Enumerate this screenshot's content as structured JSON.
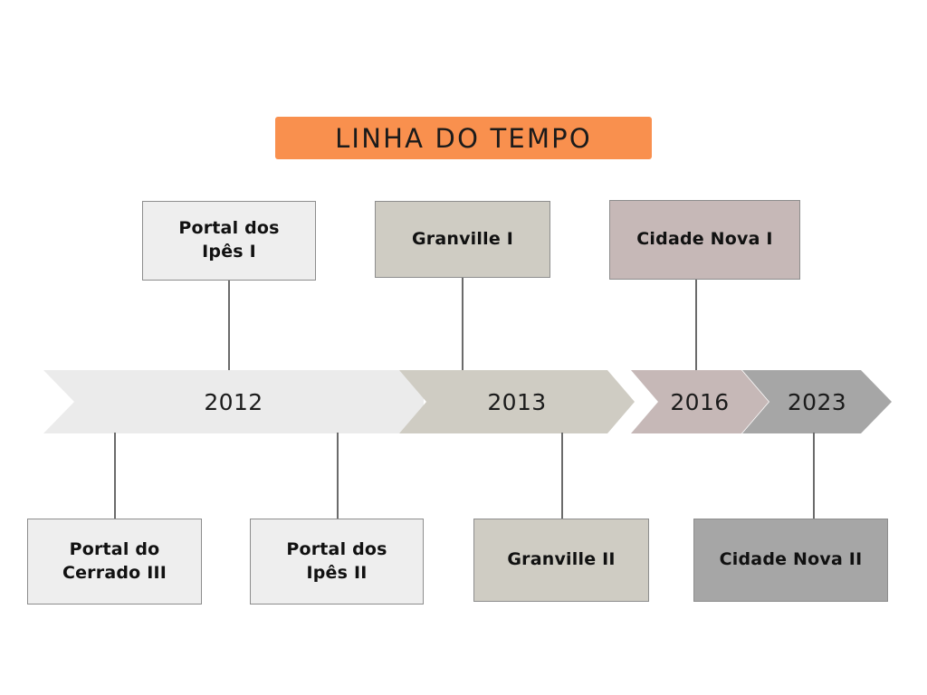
{
  "header": {
    "title": "LINHA DO TEMPO",
    "banner_color": "#f9904e"
  },
  "timeline": {
    "segments": [
      {
        "year": "2012",
        "color": "#ebebeb"
      },
      {
        "year": "2013",
        "color": "#cfccc3"
      },
      {
        "year": "2016",
        "color": "#c6b8b7"
      },
      {
        "year": "2023",
        "color": "#a6a6a6"
      }
    ]
  },
  "events_above": [
    {
      "label": "Portal dos\nIpês I",
      "color": "#eeeeee",
      "year": "2012"
    },
    {
      "label": "Granville I",
      "color": "#cfccc3",
      "year": "2013"
    },
    {
      "label": "Cidade Nova I",
      "color": "#c6b8b7",
      "year": "2016"
    }
  ],
  "events_below": [
    {
      "label": "Portal do\nCerrado III",
      "color": "#eeeeee",
      "year": "2012"
    },
    {
      "label": "Portal dos\nIpês II",
      "color": "#eeeeee",
      "year": "2012"
    },
    {
      "label": "Granville II",
      "color": "#cfccc3",
      "year": "2013"
    },
    {
      "label": "Cidade Nova II",
      "color": "#a6a6a6",
      "year": "2023"
    }
  ],
  "chart_data": {
    "type": "diagram",
    "title": "LINHA DO TEMPO",
    "categories": [
      "2012",
      "2013",
      "2016",
      "2023"
    ],
    "annotations": [
      {
        "year": "2012",
        "position": "above",
        "text": "Portal dos Ipês I"
      },
      {
        "year": "2012",
        "position": "below",
        "text": "Portal do Cerrado III"
      },
      {
        "year": "2012",
        "position": "below",
        "text": "Portal dos Ipês II"
      },
      {
        "year": "2013",
        "position": "above",
        "text": "Granville I"
      },
      {
        "year": "2013",
        "position": "below",
        "text": "Granville II"
      },
      {
        "year": "2016",
        "position": "above",
        "text": "Cidade Nova I"
      },
      {
        "year": "2023",
        "position": "below",
        "text": "Cidade Nova II"
      }
    ]
  }
}
